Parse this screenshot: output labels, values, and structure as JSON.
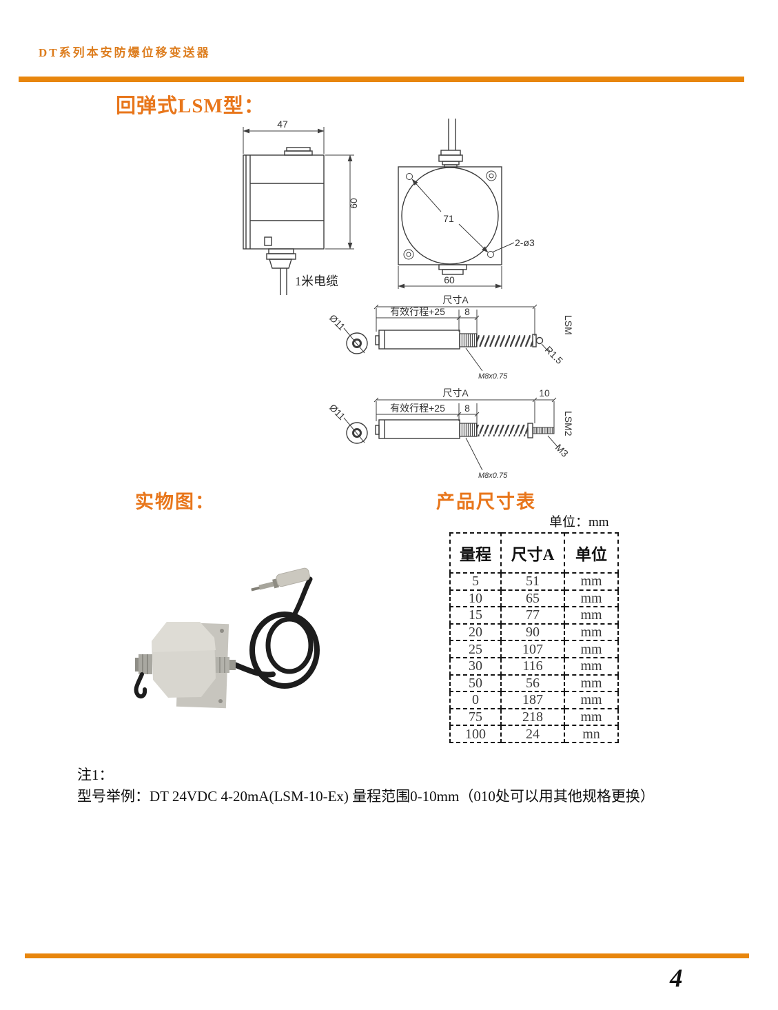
{
  "page": {
    "header": "DT系列本安防爆位移变送器",
    "page_number": "4"
  },
  "colors": {
    "accent_orange": "#E8860D",
    "heading_orange": "#E8761B",
    "line_gray": "#3d3d3d"
  },
  "section": {
    "title": "回弹式LSM型：",
    "photo_label": "实物图：",
    "table_title": "产品尺寸表",
    "unit_note": "单位：mm"
  },
  "drawing": {
    "side_view": {
      "width_dim": "47",
      "height_dim": "60",
      "cable_label": "1米电缆"
    },
    "front_view": {
      "diagonal_dim": "71",
      "width_dim": "60",
      "holes_label": "2-ø3"
    },
    "rod_lsm": {
      "dim_a": "尺寸A",
      "stroke_dim": "有效行程+25",
      "seg8": "8",
      "diameter": "Ø11",
      "model": "LSM",
      "tip_radius": "R1.5",
      "thread": "M8x0.75"
    },
    "rod_lsm2": {
      "dim_a": "尺寸A",
      "seg10": "10",
      "stroke_dim": "有效行程+25",
      "seg8": "8",
      "diameter": "Ø11",
      "model": "LSM2",
      "tip_thread": "M3",
      "thread": "M8x0.75"
    }
  },
  "table": {
    "headers": [
      "量程",
      "尺寸A",
      "单位"
    ],
    "rows": [
      [
        "5",
        "51",
        "mm"
      ],
      [
        "10",
        "65",
        "mm"
      ],
      [
        "15",
        "77",
        "mm"
      ],
      [
        "20",
        "90",
        "mm"
      ],
      [
        "25",
        "107",
        "mm"
      ],
      [
        "30",
        "116",
        "mm"
      ],
      [
        "50",
        "56",
        "mm"
      ],
      [
        "0",
        "187",
        "mm"
      ],
      [
        "75",
        "218",
        "mm"
      ],
      [
        "100",
        "24",
        "mn"
      ]
    ]
  },
  "notes": {
    "line1": "注1：",
    "line2": "型号举例：DT 24VDC 4-20mA(LSM-10-Ex)  量程范围0-10mm（010处可以用其他规格更换）"
  }
}
